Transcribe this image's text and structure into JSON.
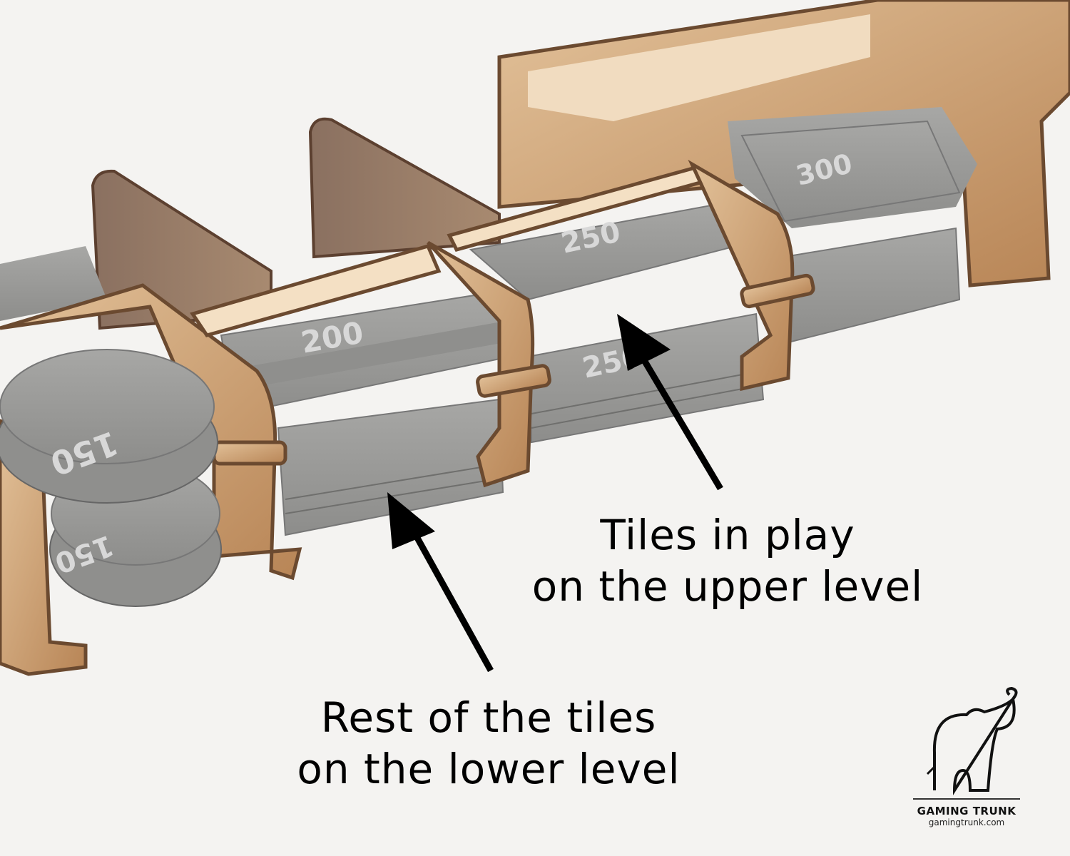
{
  "annotations": {
    "upper": {
      "line1": "Tiles in play",
      "line2": "on the upper level"
    },
    "lower": {
      "line1": "Rest of the tiles",
      "line2": "on the lower level"
    }
  },
  "tiles": {
    "upper_left": "200",
    "upper_middle": "250",
    "upper_right": "300",
    "round_top": "150",
    "round_bottom": "150",
    "lower_middle": "250"
  },
  "logo": {
    "name": "GAMING TRUNK",
    "url": "gamingtrunk.com"
  },
  "colors": {
    "wood": "#c99a68",
    "wood_edge": "#6b4a30",
    "tile": "#9c9c9a",
    "background": "#f4f3f1",
    "arrow": "#000000"
  }
}
